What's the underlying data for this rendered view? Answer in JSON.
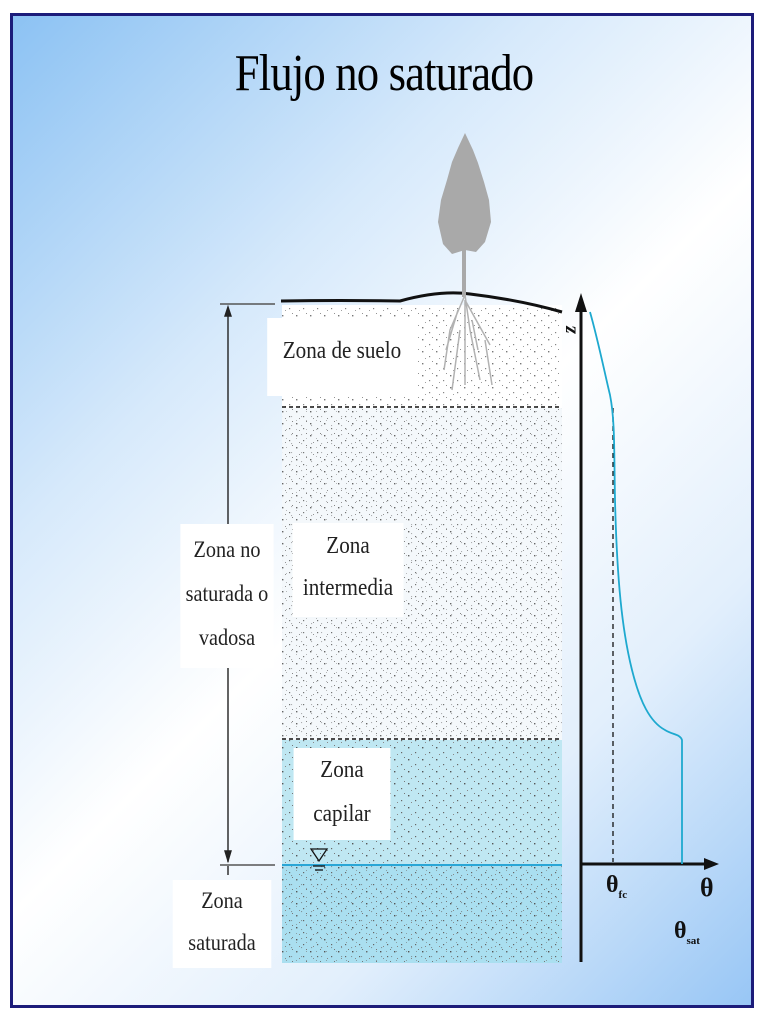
{
  "slide": {
    "title": "Flujo no saturado"
  },
  "labels": {
    "soil_zone": "Zona de suelo",
    "intermediate_zone_line1": "Zona",
    "intermediate_zone_line2": "intermedia",
    "capillary_zone_line1": "Zona",
    "capillary_zone_line2": "capilar",
    "vadose_zone_line1": "Zona no",
    "vadose_zone_line2": "saturada o",
    "vadose_zone_line3": "vadosa",
    "saturated_zone_line1": "Zona",
    "saturated_zone_line2": "saturada"
  },
  "axes": {
    "y_axis_label": "z",
    "x_axis_label": "θ",
    "theta_fc_symbol": "θ",
    "theta_fc_sub": "fc",
    "theta_sat_symbol": "θ",
    "theta_sat_sub": "sat"
  },
  "colors": {
    "frame_border": "#1c1c7a",
    "capillary_water": "#bfe7f2",
    "saturated_water": "#aadff0",
    "water_table": "#2aa6d6",
    "profile_curve": "#1ea9cf",
    "tree": "#a9a9a9"
  }
}
